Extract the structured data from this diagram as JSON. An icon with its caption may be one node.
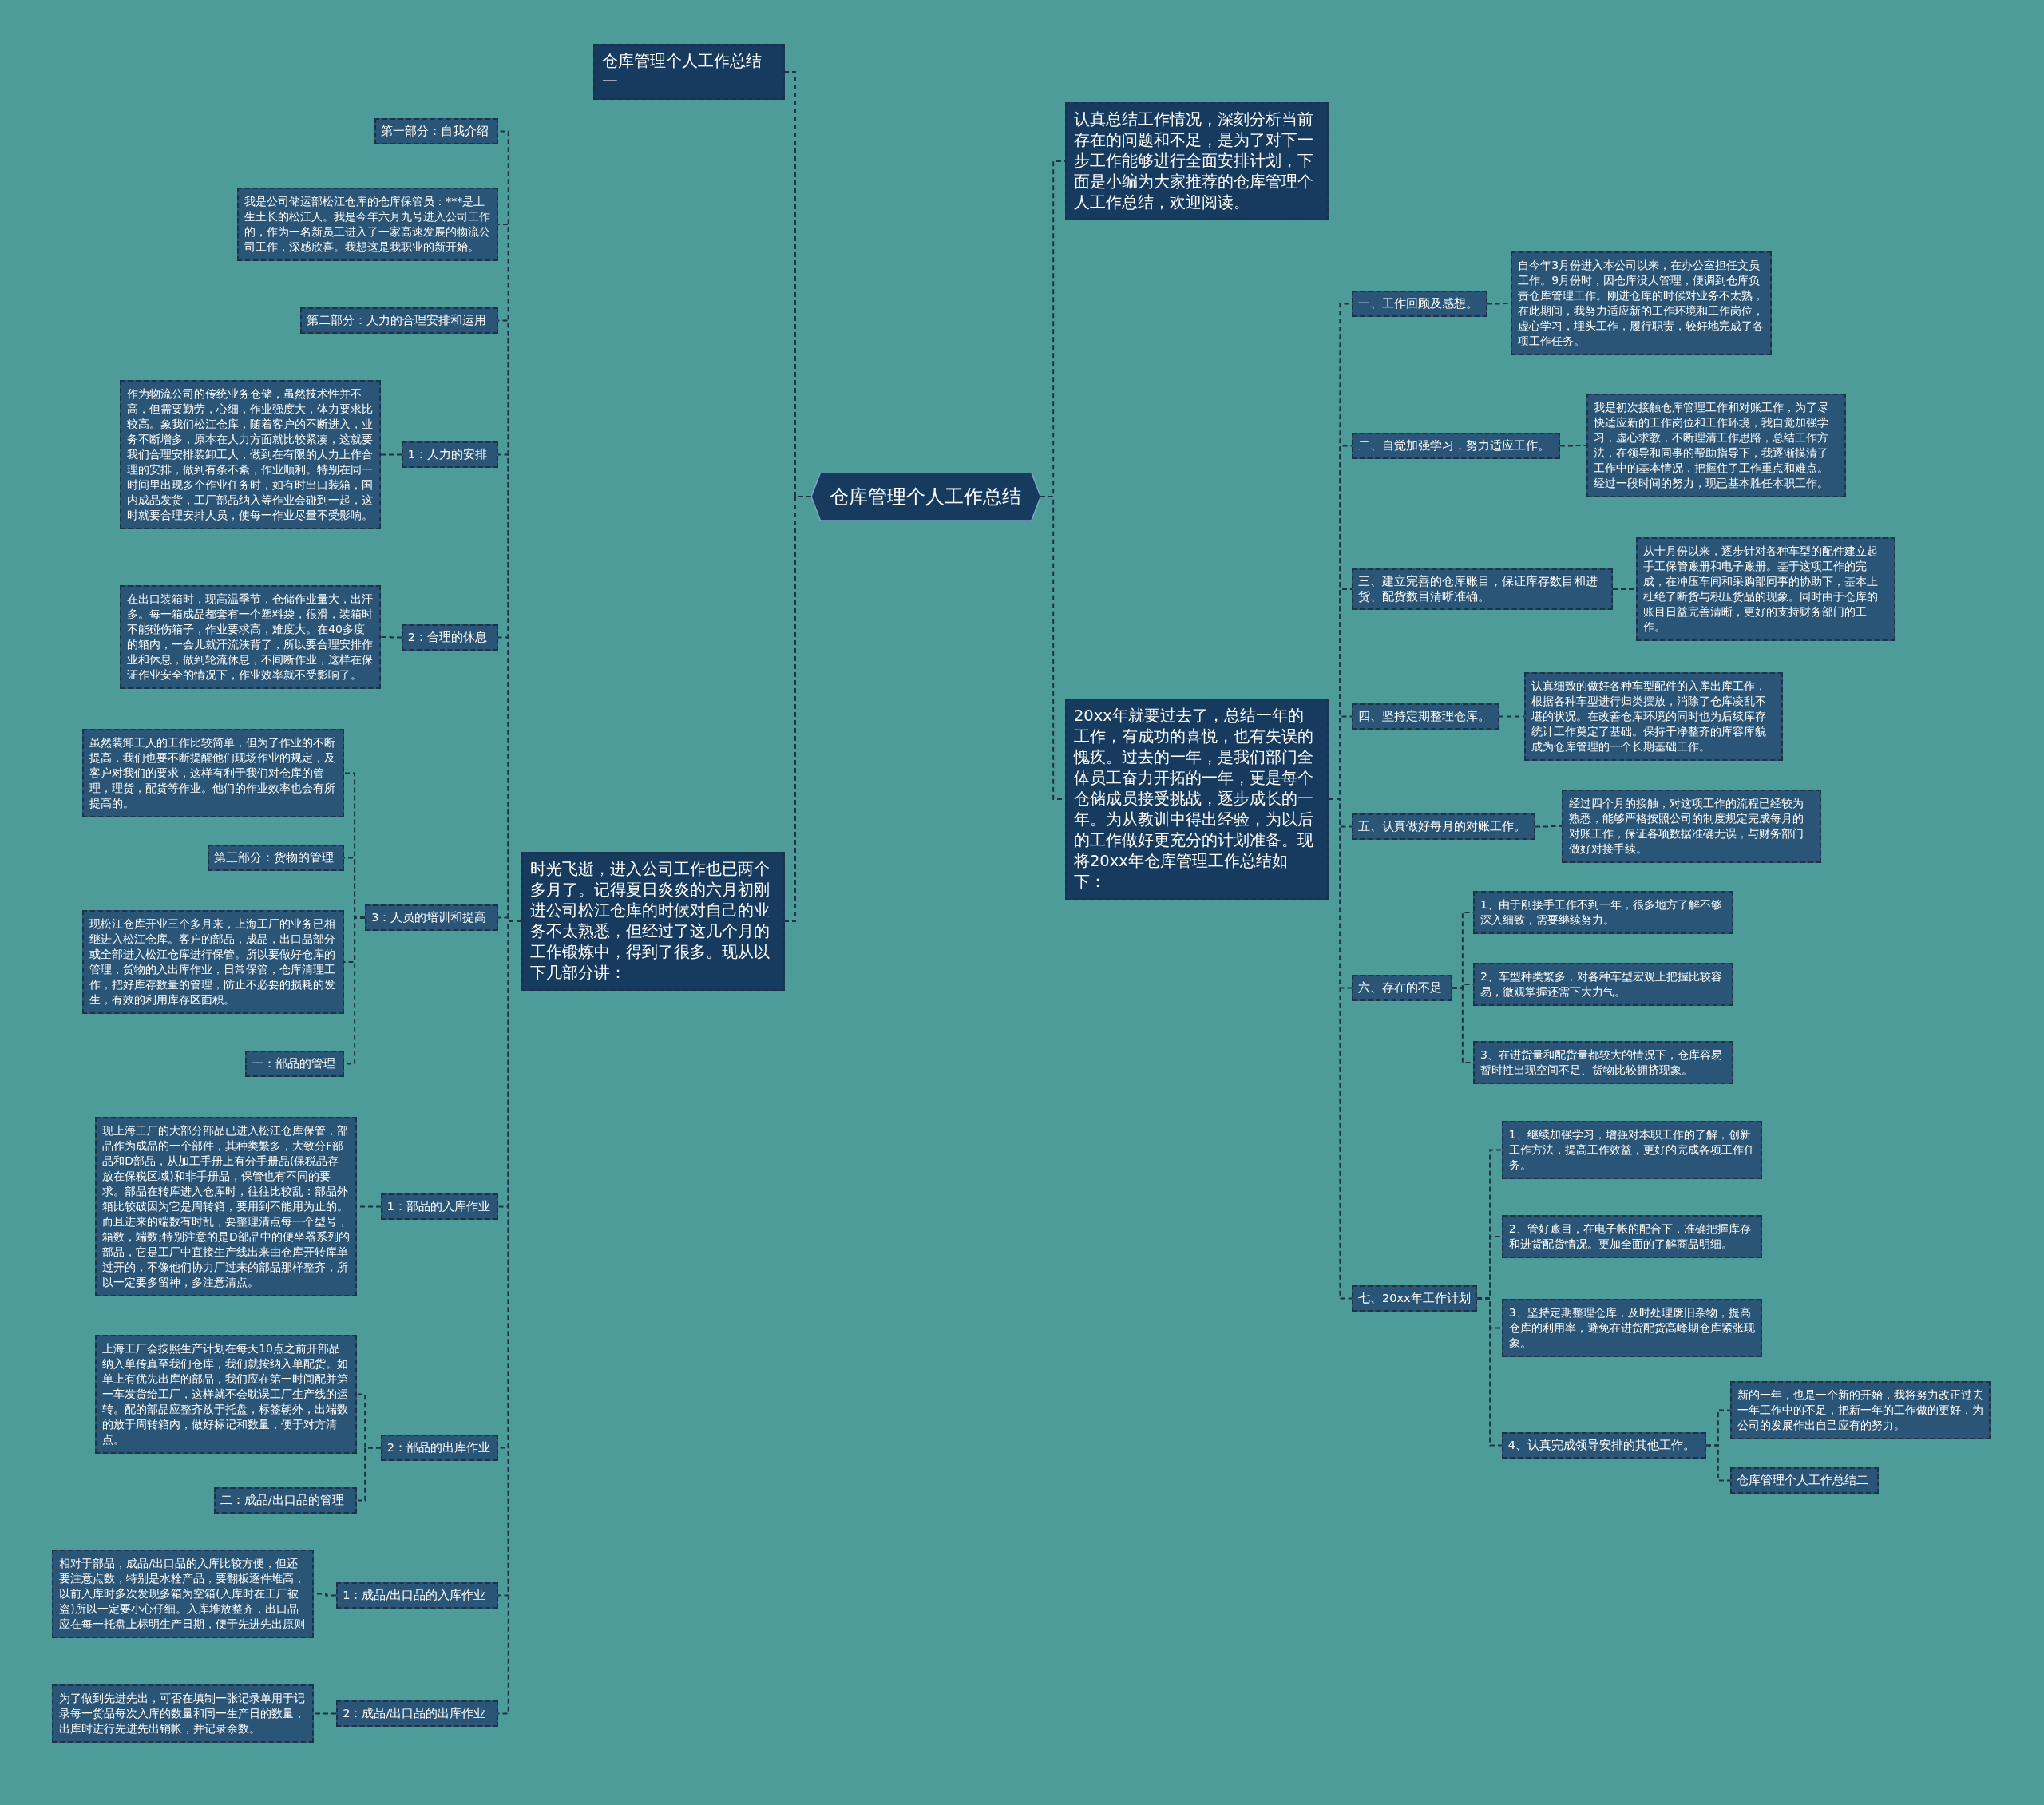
{
  "diagram": {
    "nodes": [
      {
        "text": [
          "仓库管理个人工作总结"
        ]
      },
      {
        "text": [
          "仓库管理个人工作总结一"
        ]
      },
      {
        "text": [
          "时光飞逝，进入公司工作也已两个多月了。记得夏日炎炎的六月初刚进公司松江仓库的时候对自己的业务不太熟悉，但经过了这几个月的工作锻炼中，得到了很多。现从以下几部分讲："
        ]
      },
      {
        "text": [
          "第一部分：自我介绍"
        ]
      },
      {
        "text": [
          "我是公司储运部松江仓库的仓库保管员：***是土生土长的松江人。我是今年六月九号进入公司工作的，作为一名新员工进入了一家高速发展的物流公司工作，深感欣喜。我想这是我职业的新开始。"
        ]
      },
      {
        "text": [
          "第二部分：人力的合理安排和运用"
        ]
      },
      {
        "text": [
          "1：人力的安排"
        ]
      },
      {
        "text": [
          "作为物流公司的传统业务仓储，虽然技术性并不高，但需要勤劳，心细，作业强度大，体力要求比较高。象我们松江仓库，随着客户的不断进入，业务不断增多，原本在人力方面就比较紧凑，这就要我们合理安排装卸工人，做到在有限的人力上作合理的安排，做到有条不紊，作业顺利。特别在同一时间里出现多个作业任务时，如有时出口装箱，国内成品发货，工厂部品纳入等作业会碰到一起，这时就要合理安排人员，使每一作业尽量不受影响。"
        ]
      },
      {
        "text": [
          "2：合理的休息"
        ]
      },
      {
        "text": [
          "在出口装箱时，现高温季节，仓储作业量大，出汗多。每一箱成品都套有一个塑料袋，很滑，装箱时不能碰伤箱子，作业要求高，难度大。在40多度的箱内，一会儿就汗流浃背了，所以要合理安排作业和休息，做到轮流休息，不间断作业，这样在保证作业安全的情况下，作业效率就不受影响了。"
        ]
      },
      {
        "text": [
          "3：人员的培训和提高"
        ]
      },
      {
        "text": [
          "虽然装卸工人的工作比较简单，但为了作业的不断提高，我们也要不断提醒他们现场作业的规定，及客户对我们的要求，这样有利于我们对仓库的管理，理货，配货等作业。他们的作业效率也会有所提高的。"
        ]
      },
      {
        "text": [
          "第三部分：货物的管理"
        ]
      },
      {
        "text": [
          "现松江仓库开业三个多月来，上海工厂的业务已相继进入松江仓库。客户的部品，成品，出口品部分或全部进入松江仓库进行保管。所以要做好仓库的管理，货物的入出库作业，日常保管，仓库清理工作，把好库存数量的管理，防止不必要的损耗的发生，有效的利用库存区面积。"
        ]
      },
      {
        "text": [
          "一：部品的管理"
        ]
      },
      {
        "text": [
          "1：部品的入库作业"
        ]
      },
      {
        "text": [
          "现上海工厂的大部分部品已进入松江仓库保管，部品作为成品的一个部件，其种类繁多，大致分F部品和D部品，从加工手册上有分手册品(保税品存放在保税区域)和非手册品，保管也有不同的要求。部品在转库进入仓库时，往往比较乱：部品外箱比较破因为它是周转箱，要用到不能用为止的。而且进来的端数有时乱，要整理清点每一个型号，箱数，端数;特别注意的是D部品中的便坐器系列的部品，它是工厂中直接生产线出来由仓库开转库单过开的，不像他们协力厂过来的部品那样整齐，所以一定要多留神，多注意清点。"
        ]
      },
      {
        "text": [
          "2：部品的出库作业"
        ]
      },
      {
        "text": [
          "上海工厂会按照生产计划在每天10点之前开部品纳入单传真至我们仓库，我们就按纳入单配货。如单上有优先出库的部品，我们应在第一时间配并第一车发货给工厂，这样就不会耽误工厂生产线的运转。配的部品应整齐放于托盘，标签朝外，出端数的放于周转箱内，做好标记和数量，便于对方清点。"
        ]
      },
      {
        "text": [
          "二：成品/出口品的管理"
        ]
      },
      {
        "text": [
          "1：成品/出口品的入库作业"
        ]
      },
      {
        "text": [
          "相对于部品，成品/出口品的入库比较方便，但还要注意点数，特别是水栓产品，要翻板逐件堆高，以前入库时多次发现多箱为空箱(入库时在工厂被盗)所以一定要小心仔细。入库堆放整齐，出口品应在每一托盘上标明生产日期，便于先进先出原则"
        ]
      },
      {
        "text": [
          "2：成品/出口品的出库作业"
        ]
      },
      {
        "text": [
          "为了做到先进先出，可否在填制一张记录单用于记录每一货品每次入库的数量和同一生产日的数量，出库时进行先进先出销帐，并记录余数。"
        ]
      },
      {
        "text": [
          "认真总结工作情况，深刻分析当前存在的问题和不足，是为了对下一步工作能够进行全面安排计划，下面是小编为大家推荐的仓库管理个人工作总结，欢迎阅读。"
        ]
      },
      {
        "text": [
          "20xx年就要过去了，总结一年的工作，有成功的喜悦，也有失误的愧疚。过去的一年，是我们部门全体员工奋力开拓的一年，更是每个仓储成员接受挑战，逐步成长的一年。为从教训中得出经验，为以后的工作做好更充分的计划准备。现将20xx年仓库管理工作总结如下："
        ]
      },
      {
        "text": [
          "一、工作回顾及感想。"
        ]
      },
      {
        "text": [
          "自今年3月份进入本公司以来，在办公室担任文员工作。9月份时，因仓库没人管理，便调到仓库负责仓库管理工作。刚进仓库的时候对业务不太熟，在此期间，我努力适应新的工作环境和工作岗位，虚心学习，埋头工作，履行职责，较好地完成了各项工作任务。"
        ]
      },
      {
        "text": [
          "二、自觉加强学习，努力适应工作。"
        ]
      },
      {
        "text": [
          "我是初次接触仓库管理工作和对账工作，为了尽快适应新的工作岗位和工作环境，我自觉加强学习，虚心求教，不断理清工作思路，总结工作方法，在领导和同事的帮助指导下，我逐渐摸清了工作中的基本情况，把握住了工作重点和难点。经过一段时间的努力，现已基本胜任本职工作。"
        ]
      },
      {
        "text": [
          "三、建立完善的仓库账目，保证库存数目和进货、配货数目清晰准确。"
        ]
      },
      {
        "text": [
          "从十月份以来，逐步针对各种车型的配件建立起手工保管账册和电子账册。基于这项工作的完成，在冲压车间和采购部同事的协助下，基本上杜绝了断货与积压货品的现象。同时由于仓库的账目日益完善清晰，更好的支持财务部门的工作。"
        ]
      },
      {
        "text": [
          "四、坚持定期整理仓库。"
        ]
      },
      {
        "text": [
          "认真细致的做好各种车型配件的入库出库工作，根据各种车型进行归类摆放，消除了仓库凌乱不堪的状况。在改善仓库环境的同时也为后续库存统计工作奠定了基础。保持干净整齐的库容库貌成为仓库管理的一个长期基础工作。"
        ]
      },
      {
        "text": [
          "五、认真做好每月的对账工作。"
        ]
      },
      {
        "text": [
          "经过四个月的接触，对这项工作的流程已经较为熟悉，能够严格按照公司的制度规定完成每月的对账工作，保证各项数据准确无误，与财务部门做好对接手续。"
        ]
      },
      {
        "text": [
          "六、存在的不足"
        ]
      },
      {
        "text": [
          "1、由于刚接手工作不到一年，很多地方了解不够深入细致，需要继续努力。"
        ]
      },
      {
        "text": [
          "2、车型种类繁多，对各种车型宏观上把握比较容易，微观掌握还需下大力气。"
        ]
      },
      {
        "text": [
          "3、在进货量和配货量都较大的情况下，仓库容易暂时性出现空间不足、货物比较拥挤现象。"
        ]
      },
      {
        "text": [
          "七、20xx年工作计划"
        ]
      },
      {
        "text": [
          "1、继续加强学习，增强对本职工作的了解，创新工作方法，提高工作效益，更好的完成各项工作任务。"
        ]
      },
      {
        "text": [
          "2、管好账目，在电子帐的配合下，准确把握库存和进货配货情况。更加全面的了解商品明细。"
        ]
      },
      {
        "text": [
          "3、坚持定期整理仓库，及时处理废旧杂物，提高仓库的利用率，避免在进货配货高峰期仓库紧张现象。"
        ]
      },
      {
        "text": [
          "4、认真完成领导安排的其他工作。"
        ]
      },
      {
        "text": [
          "新的一年，也是一个新的开始，我将努力改正过去一年工作中的不足，把新一年的工作做的更好，为公司的发展作出自己应有的努力。"
        ]
      },
      {
        "text": [
          "仓库管理个人工作总结二"
        ]
      }
    ],
    "edges": [
      {
        "from": 0,
        "to": 1,
        "arrow": "none"
      },
      {
        "from": 0,
        "to": 2,
        "arrow": "none"
      },
      {
        "from": 2,
        "to": 3,
        "arrow": "none"
      },
      {
        "from": 2,
        "to": 4,
        "arrow": "none"
      },
      {
        "from": 2,
        "to": 5,
        "arrow": "none"
      },
      {
        "from": 2,
        "to": 6,
        "arrow": "none"
      },
      {
        "from": 6,
        "to": 7,
        "arrow": "none"
      },
      {
        "from": 2,
        "to": 8,
        "arrow": "none"
      },
      {
        "from": 8,
        "to": 9,
        "arrow": "none"
      },
      {
        "from": 2,
        "to": 10,
        "arrow": "none"
      },
      {
        "from": 10,
        "to": 11,
        "arrow": "none"
      },
      {
        "from": 10,
        "to": 12,
        "arrow": "none"
      },
      {
        "from": 10,
        "to": 13,
        "arrow": "none"
      },
      {
        "from": 10,
        "to": 14,
        "arrow": "none"
      },
      {
        "from": 2,
        "to": 15,
        "arrow": "none"
      },
      {
        "from": 15,
        "to": 16,
        "arrow": "none"
      },
      {
        "from": 2,
        "to": 17,
        "arrow": "none"
      },
      {
        "from": 17,
        "to": 18,
        "arrow": "none"
      },
      {
        "from": 17,
        "to": 19,
        "arrow": "none"
      },
      {
        "from": 2,
        "to": 20,
        "arrow": "none"
      },
      {
        "from": 20,
        "to": 21,
        "arrow": "none"
      },
      {
        "from": 2,
        "to": 22,
        "arrow": "none"
      },
      {
        "from": 22,
        "to": 23,
        "arrow": "none"
      },
      {
        "from": 0,
        "to": 24,
        "arrow": "none"
      },
      {
        "from": 0,
        "to": 25,
        "arrow": "none"
      },
      {
        "from": 25,
        "to": 26,
        "arrow": "none"
      },
      {
        "from": 26,
        "to": 27,
        "arrow": "none"
      },
      {
        "from": 25,
        "to": 28,
        "arrow": "none"
      },
      {
        "from": 28,
        "to": 29,
        "arrow": "none"
      },
      {
        "from": 25,
        "to": 30,
        "arrow": "none"
      },
      {
        "from": 30,
        "to": 31,
        "arrow": "none"
      },
      {
        "from": 25,
        "to": 32,
        "arrow": "none"
      },
      {
        "from": 32,
        "to": 33,
        "arrow": "none"
      },
      {
        "from": 25,
        "to": 34,
        "arrow": "none"
      },
      {
        "from": 34,
        "to": 35,
        "arrow": "none"
      },
      {
        "from": 25,
        "to": 36,
        "arrow": "none"
      },
      {
        "from": 36,
        "to": 37,
        "arrow": "none"
      },
      {
        "from": 36,
        "to": 38,
        "arrow": "none"
      },
      {
        "from": 36,
        "to": 39,
        "arrow": "none"
      },
      {
        "from": 25,
        "to": 40,
        "arrow": "none"
      },
      {
        "from": 40,
        "to": 41,
        "arrow": "none"
      },
      {
        "from": 40,
        "to": 42,
        "arrow": "none"
      },
      {
        "from": 40,
        "to": 43,
        "arrow": "none"
      },
      {
        "from": 40,
        "to": 44,
        "arrow": "none"
      },
      {
        "from": 44,
        "to": 45,
        "arrow": "none"
      },
      {
        "from": 44,
        "to": 46,
        "arrow": "none"
      }
    ]
  }
}
